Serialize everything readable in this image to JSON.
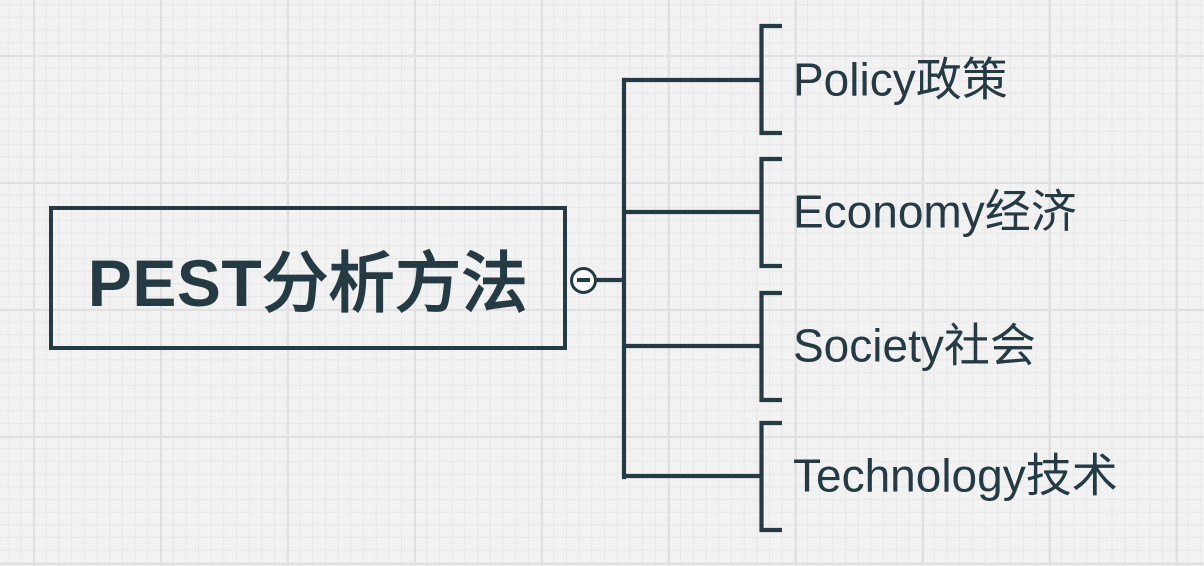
{
  "canvas": {
    "background_color": "#f2f2f3",
    "stroke_color": "#243b44"
  },
  "root": {
    "label": "PEST分析方法"
  },
  "collapse_button": {
    "icon": "minus-icon"
  },
  "branches": [
    {
      "label": "Policy政策"
    },
    {
      "label": "Economy经济"
    },
    {
      "label": "Society社会"
    },
    {
      "label": "Technology技术"
    }
  ]
}
